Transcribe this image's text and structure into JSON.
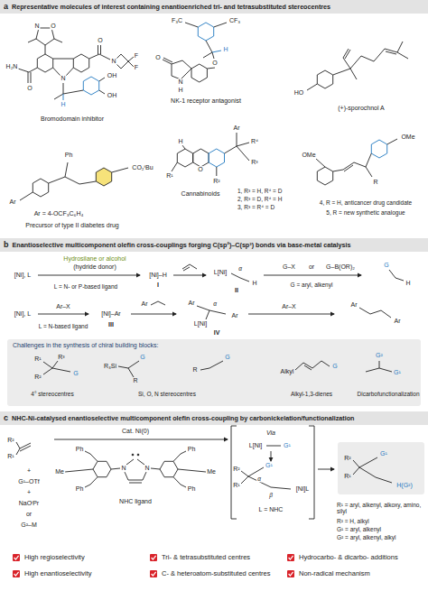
{
  "diagram": {
    "nodes": [
      {
        "text": [
          "a",
          "Representative molecules of interest containing enantioenriched tri- and tetrasubstituted stereocentres"
        ]
      },
      {
        "text": [
          "b",
          "Enantioselective multicomponent olefin cross-couplings forging C(sp²)–C(sp³) bonds via base-metal catalysis"
        ]
      },
      {
        "text": [
          "Challenges in the synthesis of chiral building blocks:"
        ],
        "in": 1
      },
      {
        "text": [
          "c",
          "NHC-Ni-catalysed enantioselective multicomponent olefin cross-coupling by carbonickelation/functionalization"
        ]
      }
    ],
    "labels": [
      "N",
      "O",
      "H₂N",
      "O",
      "N",
      "OH",
      "OH",
      "H",
      "O",
      "N",
      "F",
      "F",
      "Bromodomain inhibitor",
      "F₃C",
      "CF₃",
      "O",
      "N",
      "H",
      "O",
      "H",
      "NK-1 receptor antagonist",
      "HO",
      "(+)-sporochnol A",
      "Ph",
      "CO₂ᵗBu",
      "Ar",
      "Ar = 4-OCF₃C₆H₄",
      "Precursor of type II diabetes drug",
      "O",
      "H",
      "R¹",
      "R²",
      "Ar",
      "R⁴",
      "R³",
      "Cannabinoids",
      "1, R³ = H, R⁴ = D",
      "2, R³ = D, R⁴ = H",
      "3, R³ = R⁴ = D",
      "OMe",
      "OMe",
      "R",
      "4, R = H, anticancer drug candidate",
      "5, R = new synthetic analogue",
      "Hydrosilane or alcohol",
      "(hydride donor)",
      "[Ni], L",
      "[Ni]–H",
      "I",
      "L = N- or P-based ligand",
      "L[Ni]",
      "α",
      "H",
      "II",
      "G–X",
      "or",
      "G–B(OR)₂",
      "G",
      "H",
      "G = aryl, alkenyl",
      "[Ni], L",
      "Ar–X",
      "[Ni]–Ar",
      "III",
      "L = N-based ligand",
      "Ar",
      "Ar",
      "L[Ni]",
      "α",
      "Ar",
      "IV",
      "Ar–X",
      "Ar",
      "Ar",
      "R¹",
      "R²",
      "R³",
      "G",
      "4° stereocentres",
      "R₃Si",
      "G",
      "R",
      "R",
      "G",
      "Si, O, N stereocentres",
      "Alkyl",
      "G",
      "Alkyl-1,3-dienes",
      "G²",
      "G¹",
      "Dicarbofunctionalization",
      "R²",
      "R¹",
      "+",
      "G¹–OTf",
      "+",
      "NaOⁱPr",
      "or",
      "G²–M",
      "Cat. Ni(0)",
      "Ph",
      "Ph",
      "Ph",
      "Ph",
      "Me",
      "Me",
      "N",
      "N",
      "NHC ligand",
      "Via",
      "L[Ni]",
      "G¹",
      "R²",
      "R¹",
      "G¹",
      "[Ni]L",
      "α",
      "β",
      "L = NHC",
      "R²",
      "R¹",
      "G¹",
      "H(G²)",
      "R¹ = aryl, alkenyl, alkoxy, amino, silyl",
      "R² = H, alkyl",
      "G¹ = aryl, alkenyl",
      "G² = aryl, alkenyl, alkyl",
      "High regioselectivity",
      "High enantioselectivity",
      "Tri- & tetrasubstituted centres",
      "C- & heteroatom-substituted centres",
      "Hydrocarbo- & dicarbo- additions",
      "Non-radical mechanism"
    ]
  }
}
